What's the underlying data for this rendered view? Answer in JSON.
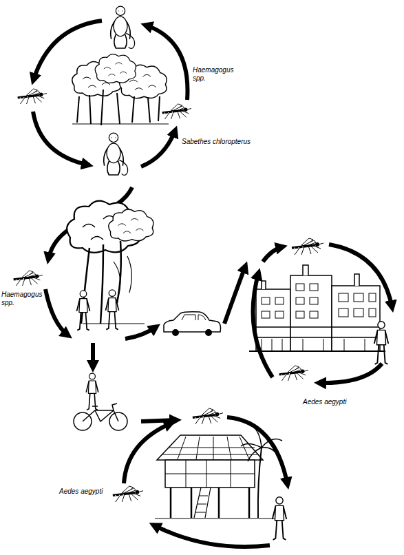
{
  "diagram": {
    "labels": [
      "Haemagogus spp.",
      "Sabethes chloropterus",
      "Haemagogus spp.",
      "Aedes aegypti",
      "Aedes aegypti"
    ]
  }
}
